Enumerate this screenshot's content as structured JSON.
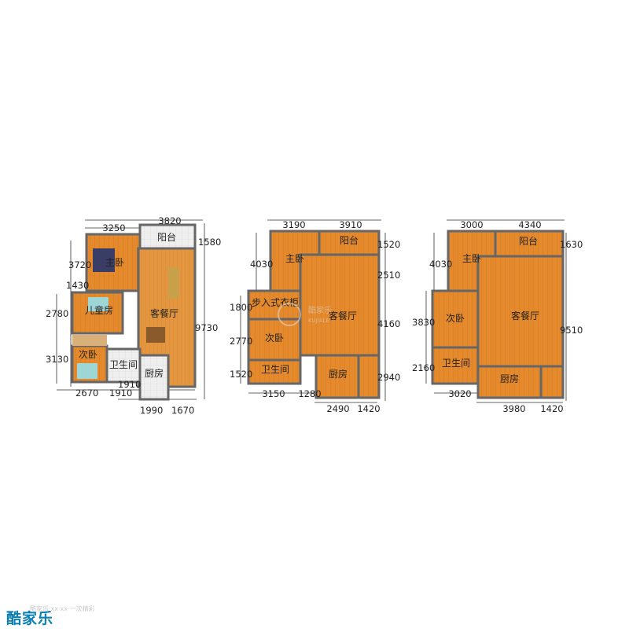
{
  "plans": [
    {
      "rooms": [
        {
          "label": "阳台",
          "fill": "#e9e9e9"
        },
        {
          "label": "主卧",
          "fill": "#e18a35"
        },
        {
          "label": "儿童房",
          "fill": "#e18a35"
        },
        {
          "label": "客餐厅",
          "fill": "#e3963f"
        },
        {
          "label": "次卧",
          "fill": "#e18a35"
        },
        {
          "label": "卫生间",
          "fill": "#ececec"
        },
        {
          "label": "厨房",
          "fill": "#ececec"
        }
      ],
      "dimensions": [
        "3250",
        "3820",
        "1580",
        "3720",
        "1430",
        "2780",
        "9730",
        "3130",
        "2670",
        "1910",
        "1910",
        "1990",
        "1670"
      ]
    },
    {
      "rooms": [
        {
          "label": "主卧",
          "fill": "#e48a2d"
        },
        {
          "label": "阳台",
          "fill": "#e48a2d"
        },
        {
          "label": "步入式衣柜",
          "fill": "#e48a2d"
        },
        {
          "label": "客餐厅",
          "fill": "#e48a2d"
        },
        {
          "label": "次卧",
          "fill": "#e48a2d"
        },
        {
          "label": "卫生间",
          "fill": "#e48a2d"
        },
        {
          "label": "厨房",
          "fill": "#e48a2d"
        }
      ],
      "dimensions": [
        "3190",
        "3910",
        "1520",
        "4030",
        "2510",
        "1800",
        "4160",
        "2770",
        "2940",
        "1520",
        "3150",
        "1280",
        "2490",
        "1420"
      ]
    },
    {
      "rooms": [
        {
          "label": "主卧",
          "fill": "#e48a2d"
        },
        {
          "label": "阳台",
          "fill": "#e48a2d"
        },
        {
          "label": "次卧",
          "fill": "#e48a2d"
        },
        {
          "label": "客餐厅",
          "fill": "#e48a2d"
        },
        {
          "label": "卫生间",
          "fill": "#e48a2d"
        },
        {
          "label": "厨房",
          "fill": "#e48a2d"
        }
      ],
      "dimensions": [
        "3000",
        "4340",
        "1630",
        "4030",
        "3830",
        "9510",
        "2160",
        "3020",
        "3980",
        "1420"
      ]
    }
  ],
  "watermark": {
    "text": "酷家乐",
    "sub": "KUJIALE"
  },
  "brand": {
    "logo_text": "酷家乐",
    "caption": "酷家乐·xx·xx·一次精彩"
  },
  "colors": {
    "wall": "#6b6b6b",
    "floor": "#e48a2d",
    "dim_line": "#333333"
  }
}
